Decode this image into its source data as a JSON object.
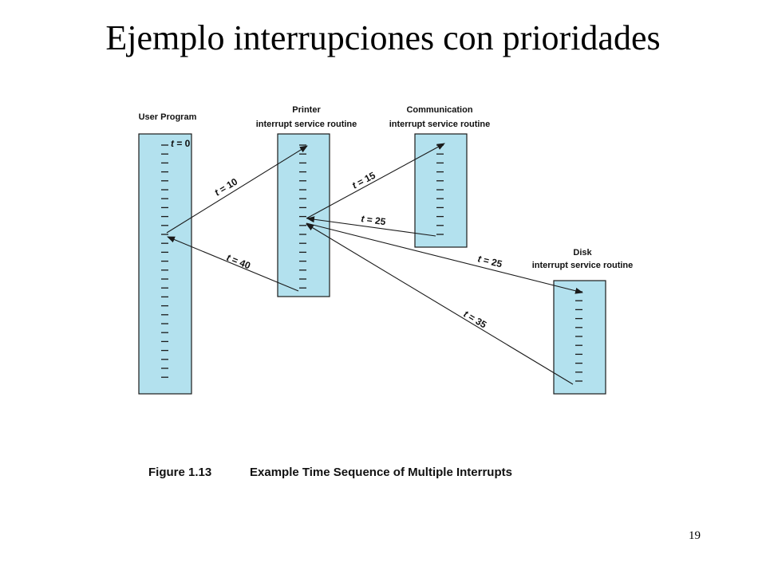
{
  "slide": {
    "title": "Ejemplo interrupciones con prioridades",
    "page_number": "19"
  },
  "figure": {
    "caption_number": "Figure 1.13",
    "caption_text": "Example Time Sequence of Multiple Interrupts",
    "colors": {
      "box_fill": "#b3e1ee",
      "stroke": "#1a1a1a"
    },
    "columns": [
      {
        "id": "user",
        "label_lines": [
          "User Program"
        ],
        "start_label": "t = 0"
      },
      {
        "id": "printer",
        "label_lines": [
          "Printer",
          "interrupt service routine"
        ]
      },
      {
        "id": "comm",
        "label_lines": [
          "Communication",
          "interrupt service routine"
        ]
      },
      {
        "id": "disk",
        "label_lines": [
          "Disk",
          "interrupt service routine"
        ]
      }
    ],
    "transitions": [
      {
        "from": "user",
        "to": "printer",
        "label": "t = 10"
      },
      {
        "from": "printer",
        "to": "comm",
        "label": "t = 15"
      },
      {
        "from": "comm",
        "to": "printer",
        "label": "t = 25"
      },
      {
        "from": "printer",
        "to": "disk",
        "label": "t = 25"
      },
      {
        "from": "disk",
        "to": "printer",
        "label": "t = 35"
      },
      {
        "from": "printer",
        "to": "user",
        "label": "t = 40"
      }
    ]
  }
}
